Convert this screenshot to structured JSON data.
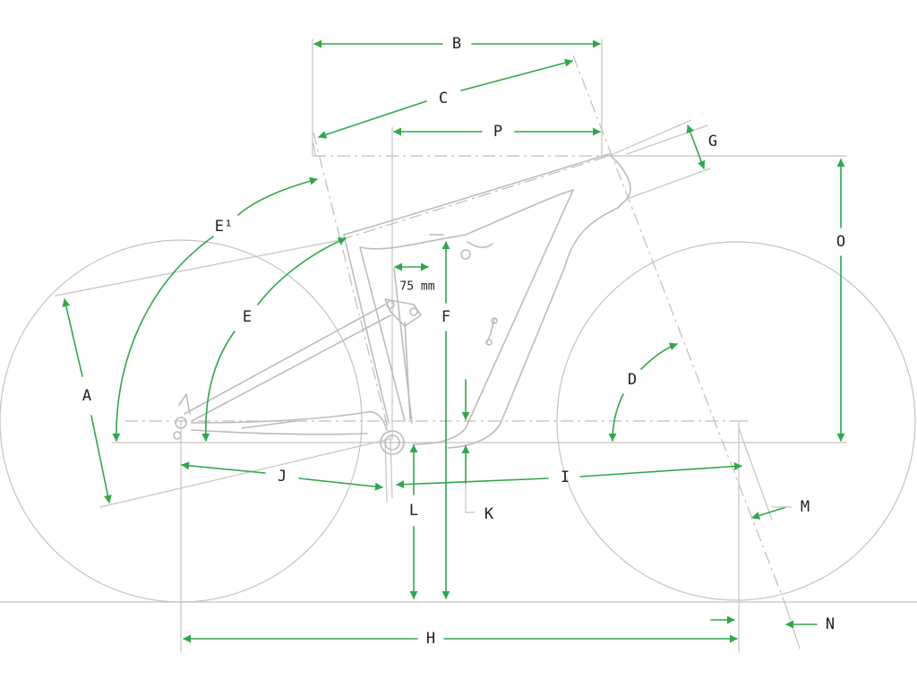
{
  "colors": {
    "dimension": "#2ea84a",
    "frame": "#bcbcbc",
    "text": "#222222",
    "background": "#ffffff"
  },
  "labels": {
    "A": "A",
    "B": "B",
    "C": "C",
    "D": "D",
    "E": "E",
    "E1": "E¹",
    "F": "F",
    "G": "G",
    "H": "H",
    "I": "I",
    "J": "J",
    "K": "K",
    "L": "L",
    "M": "M",
    "N": "N",
    "O": "O",
    "P": "P"
  },
  "annotations": {
    "seat_tube_offset": "75 mm"
  }
}
